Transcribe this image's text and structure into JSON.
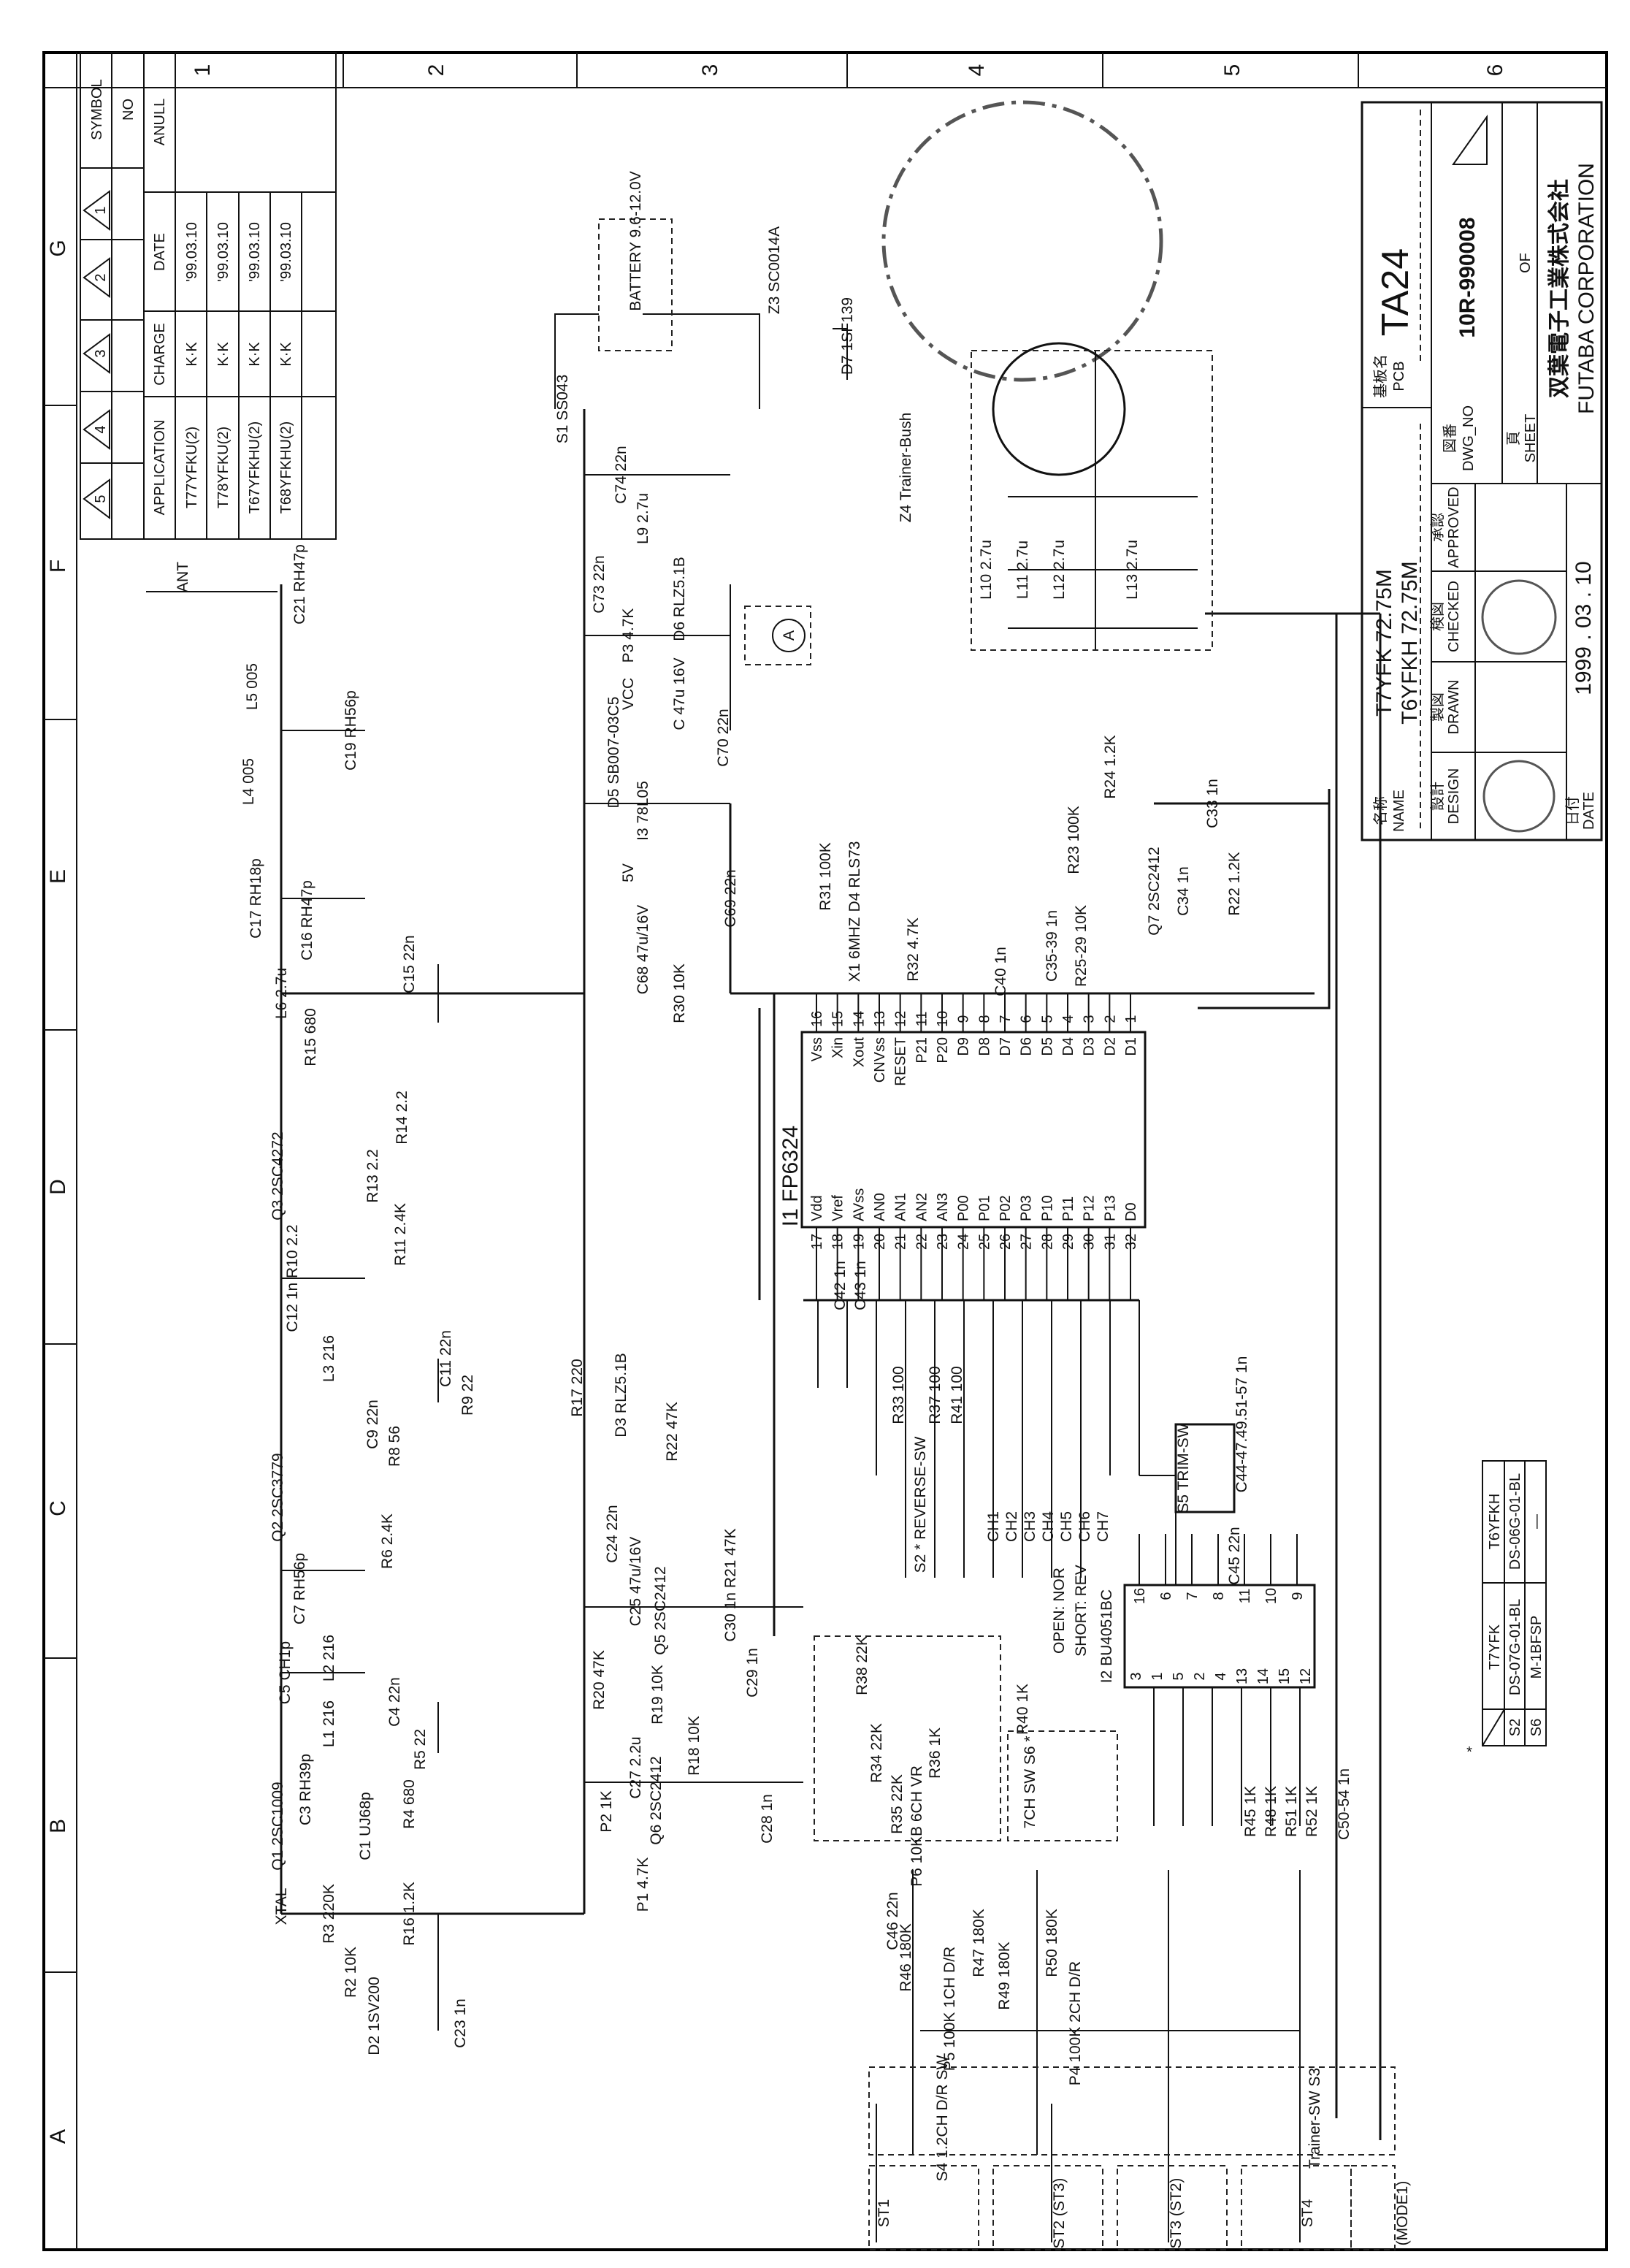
{
  "grid": {
    "columns": [
      "1",
      "2",
      "3",
      "4",
      "5",
      "6"
    ],
    "rows": [
      "G",
      "F",
      "E",
      "D",
      "C",
      "B",
      "A"
    ]
  },
  "revision_table": {
    "symbol_label": "SYMBOL",
    "no_label": "NO",
    "symbols": [
      "1",
      "2",
      "3",
      "4",
      "5"
    ],
    "headers": {
      "anull": "ANULL",
      "date": "DATE",
      "charge": "CHARGE",
      "application": "APPLICATION"
    },
    "rows": [
      {
        "application": "T77YFKU(2)",
        "charge": "K·K",
        "date": "'99.03.10"
      },
      {
        "application": "T78YFKU(2)",
        "charge": "K·K",
        "date": "'99.03.10"
      },
      {
        "application": "T67YFKHU(2)",
        "charge": "K·K",
        "date": "'99.03.10"
      },
      {
        "application": "T68YFKHU(2)",
        "charge": "K·K",
        "date": "'99.03.10"
      }
    ]
  },
  "title_block": {
    "name_label_jp": "名称",
    "name_label": "NAME",
    "name_lines": [
      "T7YFK   72.75M",
      "T6YFKH 72.75M"
    ],
    "pcb_label_jp": "基板名",
    "pcb_label": "PCB",
    "pcb": "TA24",
    "dwg_label_jp": "図番",
    "dwg_label": "DWG_NO",
    "dwg_no": "10R-990008",
    "sheet_label_jp": "頁",
    "sheet_label": "SHEET",
    "of_label": "OF",
    "company_jp": "双葉電子工業株式会社",
    "company": "FUTABA CORPORATION",
    "design_jp": "設計",
    "design": "DESIGN",
    "drawn_jp": "製図",
    "drawn": "DRAWN",
    "checked_jp": "検図",
    "checked": "CHECKED",
    "approved_jp": "承認",
    "approved": "APPROVED",
    "date_jp": "日付",
    "date_label": "DATE",
    "date": "1999 . 03 . 10"
  },
  "switch_table": {
    "marker": "*",
    "models": [
      "T7YFK",
      "T6YFKH"
    ],
    "rows": [
      {
        "ref": "S2",
        "values": [
          "DS-07G-01-BL",
          "DS-06G-01-BL"
        ]
      },
      {
        "ref": "S6",
        "values": [
          "M-1BFSP",
          "—"
        ]
      }
    ]
  },
  "ic1": {
    "label": "I1 FP6324",
    "pins_top": [
      {
        "n": "16",
        "name": "Vss"
      },
      {
        "n": "15",
        "name": "Xin"
      },
      {
        "n": "14",
        "name": "Xout"
      },
      {
        "n": "13",
        "name": "CNVss"
      },
      {
        "n": "12",
        "name": "RESET"
      },
      {
        "n": "11",
        "name": "P21"
      },
      {
        "n": "10",
        "name": "P20"
      },
      {
        "n": "9",
        "name": "D9"
      },
      {
        "n": "8",
        "name": "D8"
      },
      {
        "n": "7",
        "name": "D7"
      },
      {
        "n": "6",
        "name": "D6"
      },
      {
        "n": "5",
        "name": "D5"
      },
      {
        "n": "4",
        "name": "D4"
      },
      {
        "n": "3",
        "name": "D3"
      },
      {
        "n": "2",
        "name": "D2"
      },
      {
        "n": "1",
        "name": "D1"
      }
    ],
    "pins_bottom": [
      {
        "n": "17",
        "name": "Vdd"
      },
      {
        "n": "18",
        "name": "Vref"
      },
      {
        "n": "19",
        "name": "AVss"
      },
      {
        "n": "20",
        "name": "AN0"
      },
      {
        "n": "21",
        "name": "AN1"
      },
      {
        "n": "22",
        "name": "AN2"
      },
      {
        "n": "23",
        "name": "AN3"
      },
      {
        "n": "24",
        "name": "P00"
      },
      {
        "n": "25",
        "name": "P01"
      },
      {
        "n": "26",
        "name": "P02"
      },
      {
        "n": "27",
        "name": "P03"
      },
      {
        "n": "28",
        "name": "P10"
      },
      {
        "n": "29",
        "name": "P11"
      },
      {
        "n": "30",
        "name": "P12"
      },
      {
        "n": "31",
        "name": "P13"
      },
      {
        "n": "32",
        "name": "D0"
      }
    ]
  },
  "ic2": {
    "label": "I2 BU4051BC",
    "pins_top": [
      "16",
      "6",
      "7",
      "8",
      "11",
      "10",
      "9"
    ],
    "pins_bottom": [
      "3",
      "1",
      "5",
      "2",
      "4",
      "13",
      "14",
      "15",
      "12"
    ]
  },
  "components": [
    "ANT",
    "C21 RH47p",
    "L5 005",
    "C19 RH56p",
    "L4 005",
    "C17 RH18p",
    "C16 RH47p",
    "L6 2.7u",
    "C15 22n",
    "R15 680",
    "Q3 2SC4272",
    "R14 2.2",
    "R13 2.2",
    "R11 2.4K",
    "C12 1n  R10 2.2",
    "L3 216",
    "C11 22n",
    "R9 22",
    "R8 56",
    "C9 22n",
    "Q2 2SC3779",
    "R6 2.4K",
    "C7 RH56p",
    "L2 216",
    "C5 CH1p",
    "L1 216",
    "C4 22n",
    "R5 22",
    "Q1 2SC1009",
    "R4 680",
    "C3 RH39p",
    "C1 UJ68p",
    "XTAL",
    "R3 220K",
    "R16 1.2K",
    "R2 10K",
    "D2 1SV200",
    "C23 1n",
    "R17 220",
    "D3 RLZ5.1B",
    "R22 47K",
    "C24 22n",
    "C25 47u/16V",
    "Q5 2SC2412",
    "C30 1n  R21 47K",
    "C29 1n",
    "R20 47K",
    "R19 10K",
    "R18 10K",
    "C27 2.2u",
    "Q6 2SC2412",
    "C28 1n",
    "R38 22K",
    "R34 22K",
    "R35 22K",
    "R36 1K",
    "P6 10KB 6CH VR",
    "C46 22n",
    "R40 1K",
    "7CH SW S6 *",
    "P2 1K",
    "P1 4.7K",
    "R46 180K",
    "R47 180K",
    "P5 100K 1CH D/R",
    "R49 180K",
    "R50 180K",
    "P4 100K 2CH D/R",
    "S4 1.2CH D/R SW",
    "Trainer-SW S3",
    "ST1",
    "ST2 (ST3)",
    "ST3 (ST2)",
    "ST4",
    "(MODE1)",
    "R45 1K",
    "R48 1K",
    "R51 1K",
    "R52 1K",
    "C50-54 1n",
    "S2 * REVERSE-SW",
    "CH1",
    "CH2",
    "CH3",
    "CH4",
    "CH5",
    "CH6",
    "CH7",
    "OPEN: NOR",
    "SHORT: REV",
    "S5 TRIM-SW",
    "C44-47.49.51-57 1n",
    "C45 22n",
    "R33 100",
    "R37 100",
    "R41 100",
    "C42 1n",
    "C43 1n",
    "R30 10K",
    "X1 6MHZ",
    "R32 4.7K",
    "C40 1n",
    "R31 100K",
    "D4 RLS73",
    "C35-39 1n",
    "R25-29 10K",
    "Q7 2SC2412",
    "R23 100K",
    "C33 1n",
    "C34 1n",
    "R22 1.2K",
    "R24 1.2K",
    "5V",
    "C68 47u/16V",
    "C69 22n",
    "I3 78L05",
    "D5 SB007-03C5",
    "C70 22n",
    "VCC",
    "C 47u 16V",
    "P3 4.7K",
    "D6 RLZ5.1B",
    "C73 22n",
    "L9 2.7u",
    "C74 22n",
    "A",
    "S1 SS043",
    "BATTERY 9.6-12.0V",
    "Z3 SC0014A",
    "D7 1SF139",
    "Z4 Trainer-Bush",
    "L10 2.7u",
    "L11 2.7u",
    "L12 2.7u",
    "L13 2.7u"
  ],
  "colors": {
    "ink": "#111111",
    "paper": "#ffffff",
    "stamp": "#555555"
  }
}
